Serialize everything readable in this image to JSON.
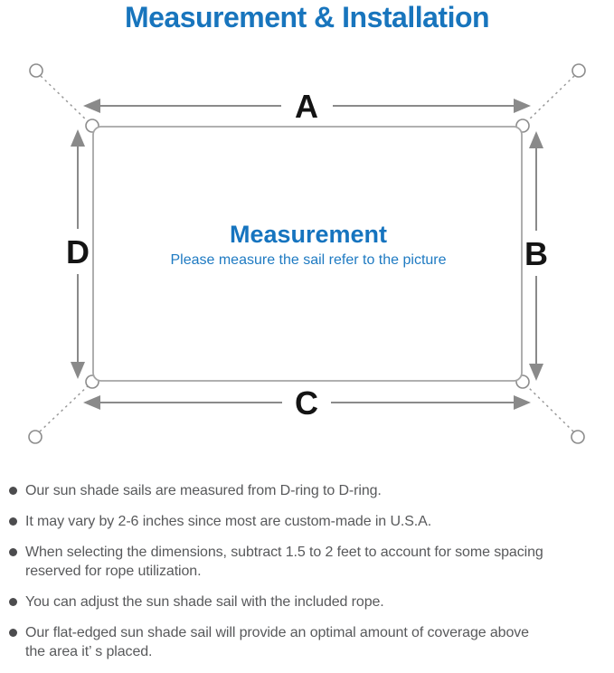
{
  "title": "Measurement & Installation",
  "diagram": {
    "labels": {
      "top": "A",
      "right": "B",
      "bottom": "C",
      "left": "D"
    },
    "center_title": "Measurement",
    "center_subtitle": "Please measure the sail refer to the picture",
    "colors": {
      "accent_blue": "#1875bd",
      "diagram_line_gray": "#8a8a8a",
      "sail_outline_gray": "#a5a5a5",
      "dimension_label_black": "#141414",
      "note_text_gray": "#58595b"
    }
  },
  "notes": {
    "items": [
      "Our sun shade sails are measured from D-ring to D-ring.",
      "It may vary by 2-6 inches since most are custom-made in U.S.A.",
      "When selecting the dimensions, subtract 1.5 to 2 feet to account for some spacing\nreserved for rope utilization.",
      "You can adjust the sun shade sail with the included rope.",
      "Our flat-edged sun shade sail will provide an optimal amount of coverage above\nthe area it’ s placed."
    ]
  }
}
